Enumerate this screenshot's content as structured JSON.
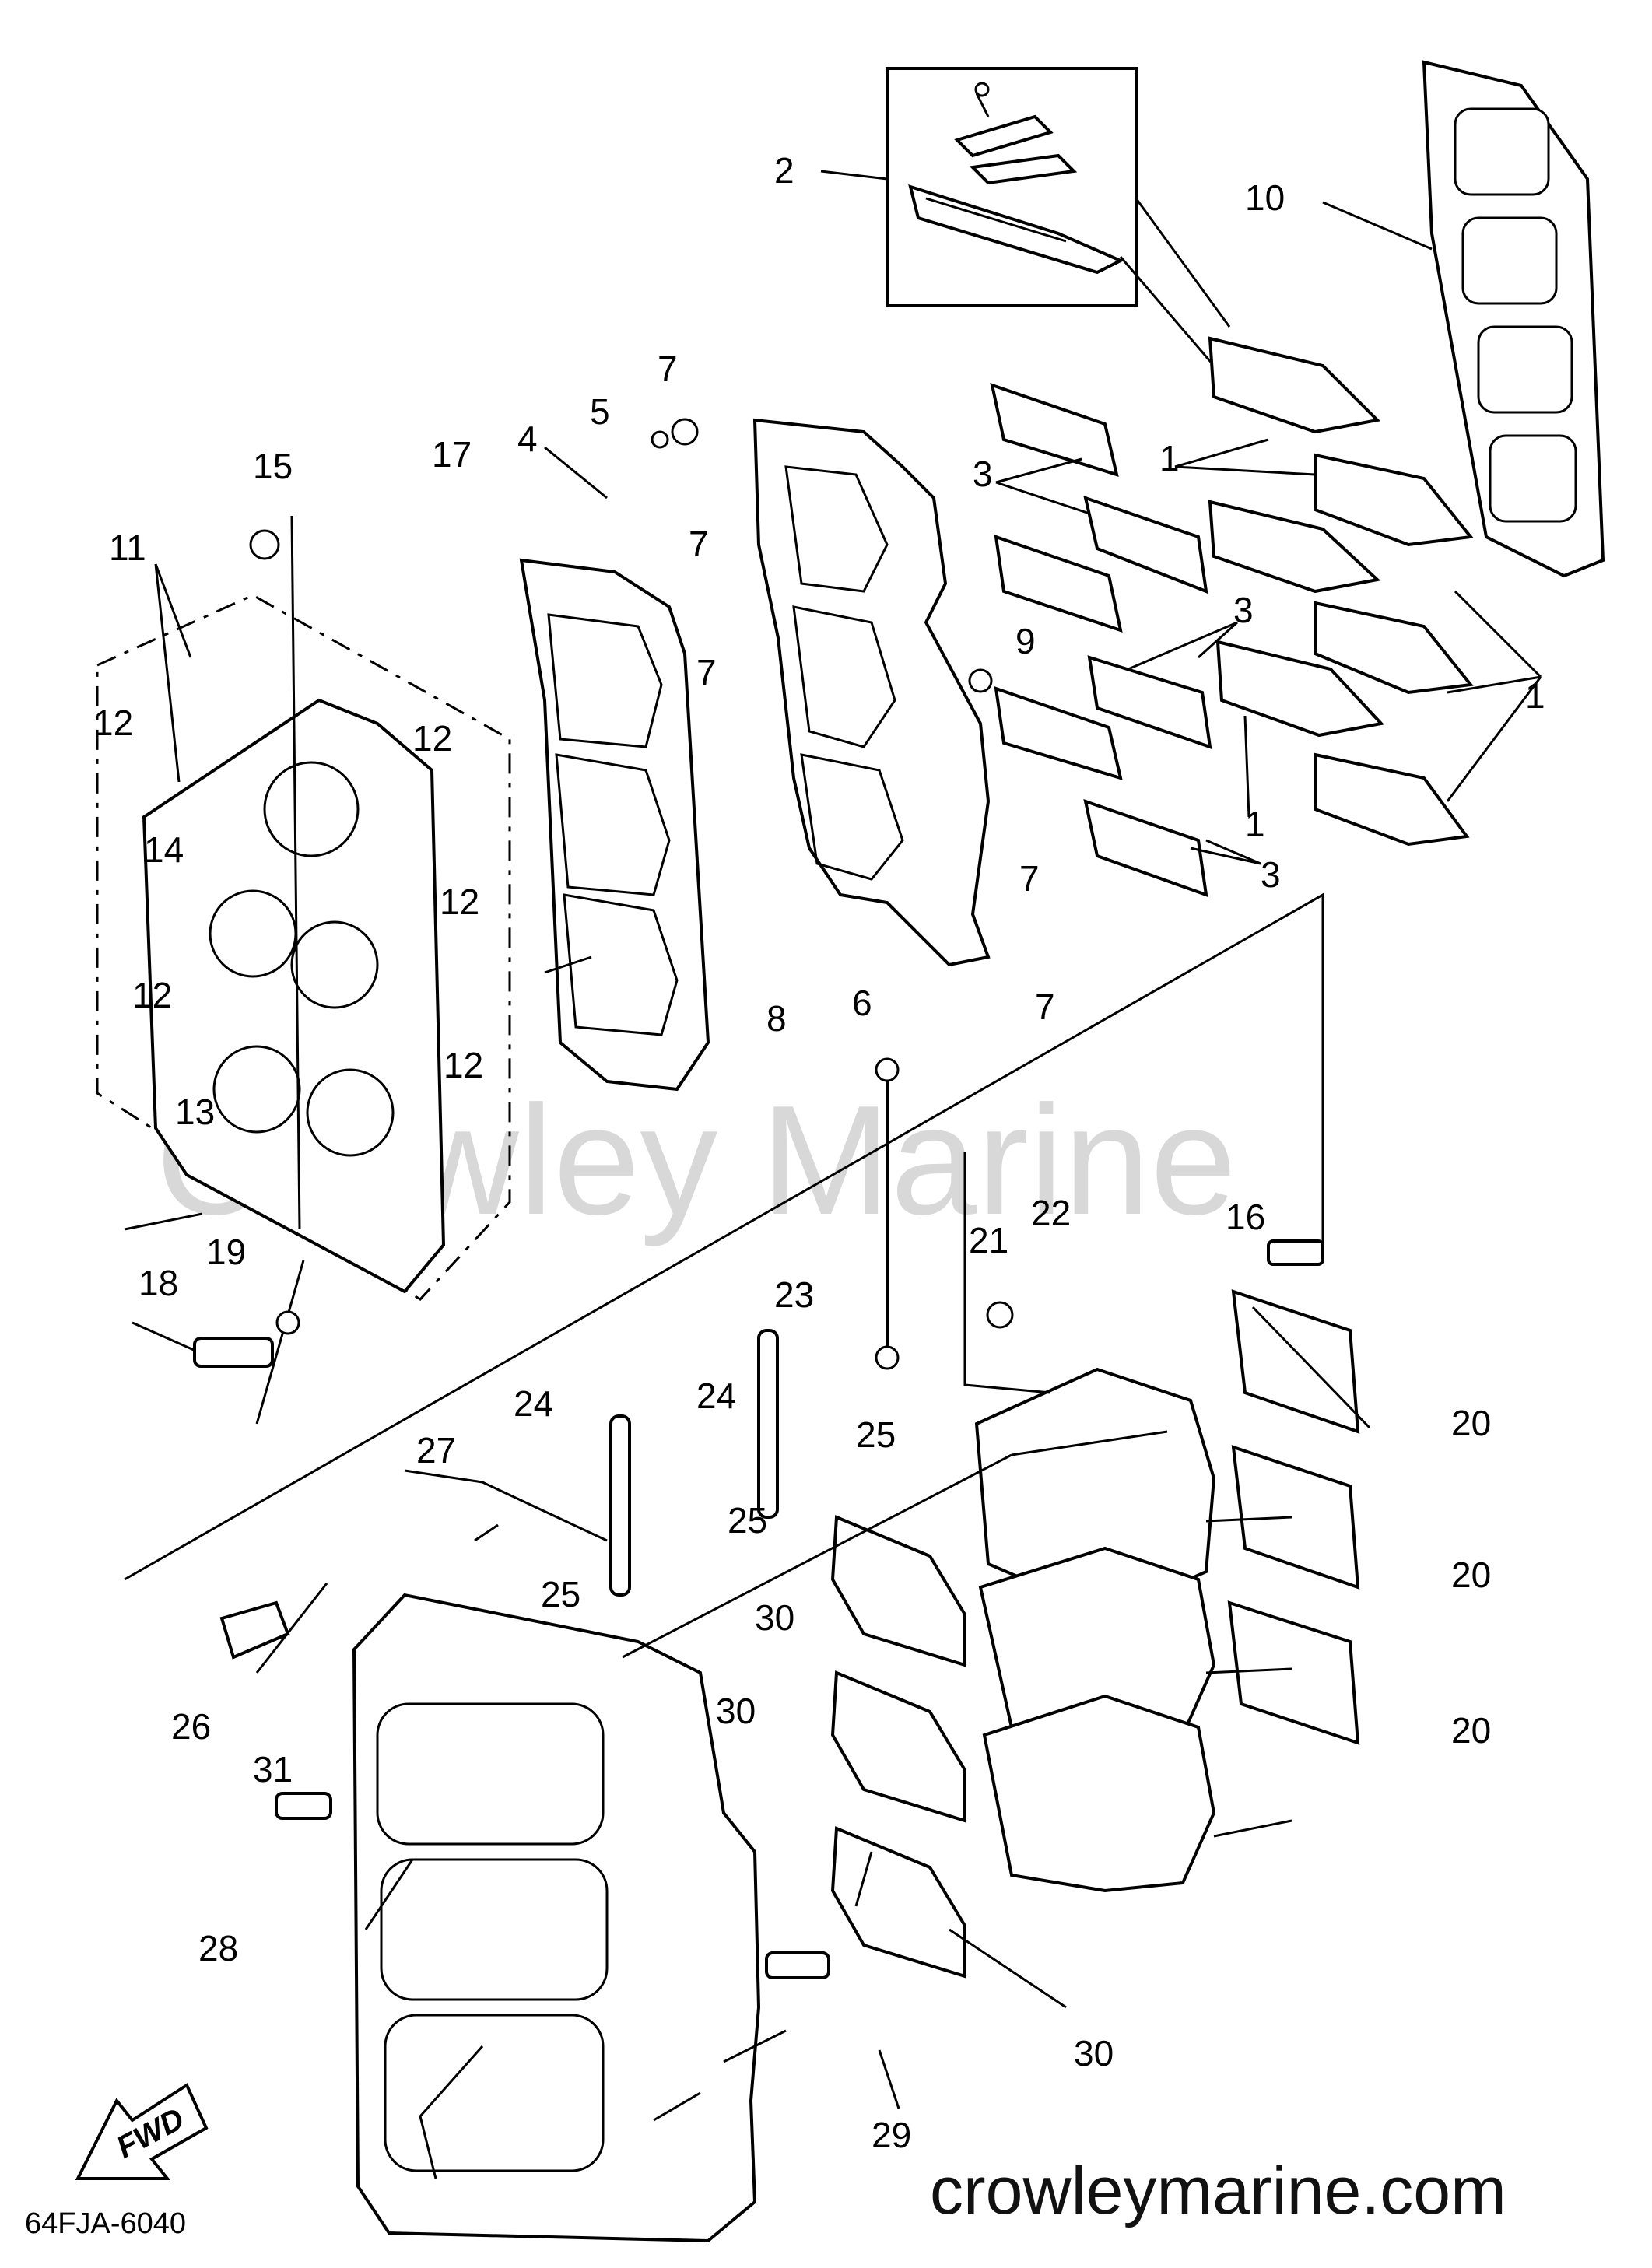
{
  "watermark": "Crowley Marine",
  "website": "crowleymarine.com",
  "diagram_code": "64FJA-6040",
  "fwd_label": "FWD",
  "callouts": {
    "c1a": "1",
    "c1b": "1",
    "c1c": "1",
    "c2": "2",
    "c3a": "3",
    "c3b": "3",
    "c3c": "3",
    "c4": "4",
    "c5": "5",
    "c6": "6",
    "c7a": "7",
    "c7b": "7",
    "c7c": "7",
    "c7d": "7",
    "c7e": "7",
    "c8": "8",
    "c9": "9",
    "c10": "10",
    "c11": "11",
    "c12a": "12",
    "c12b": "12",
    "c12c": "12",
    "c12d": "12",
    "c12e": "12",
    "c13": "13",
    "c14": "14",
    "c15": "15",
    "c16": "16",
    "c17": "17",
    "c18": "18",
    "c19": "19",
    "c20a": "20",
    "c20b": "20",
    "c20c": "20",
    "c21": "21",
    "c22": "22",
    "c23": "23",
    "c24a": "24",
    "c24b": "24",
    "c25a": "25",
    "c25b": "25",
    "c25c": "25",
    "c26": "26",
    "c27": "27",
    "c28": "28",
    "c29": "29",
    "c30a": "30",
    "c30b": "30",
    "c30c": "30",
    "c31": "31"
  }
}
